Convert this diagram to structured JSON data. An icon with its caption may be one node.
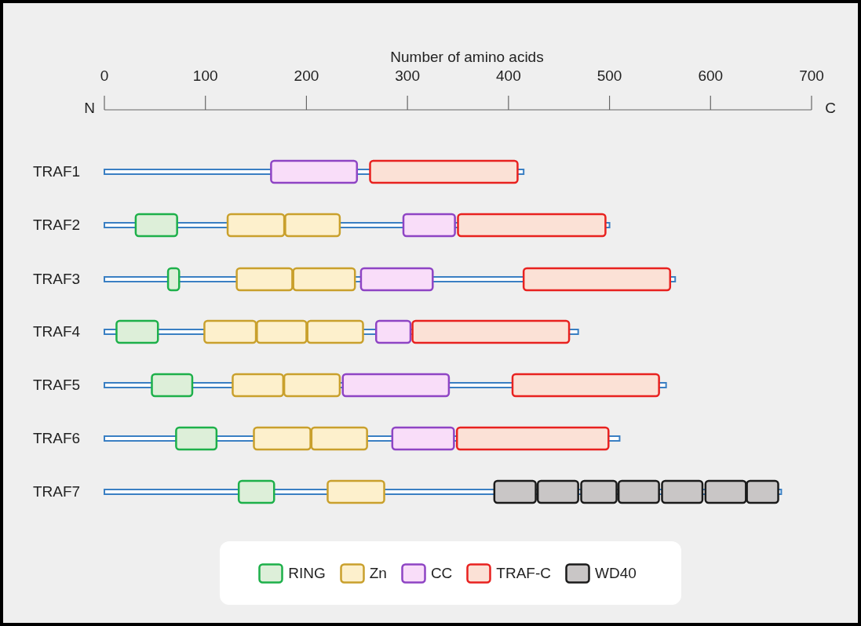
{
  "diagram": {
    "labels": [
      "Number of amino acids",
      "0",
      "100",
      "200",
      "300",
      "400",
      "500",
      "600",
      "700",
      "N",
      "C",
      "TRAF1",
      "TRAF2",
      "TRAF3",
      "TRAF4",
      "TRAF5",
      "TRAF6",
      "TRAF7"
    ],
    "legend": [
      {
        "text": "RING",
        "color": "#ddefd9"
      },
      {
        "text": "Zn",
        "color": "#fdf0cc"
      },
      {
        "text": "CC",
        "color": "#f9ddf9"
      },
      {
        "text": "TRAF-C",
        "color": "#fbe1d6"
      },
      {
        "text": "WD40",
        "color": "#c9c6c6"
      }
    ]
  }
}
